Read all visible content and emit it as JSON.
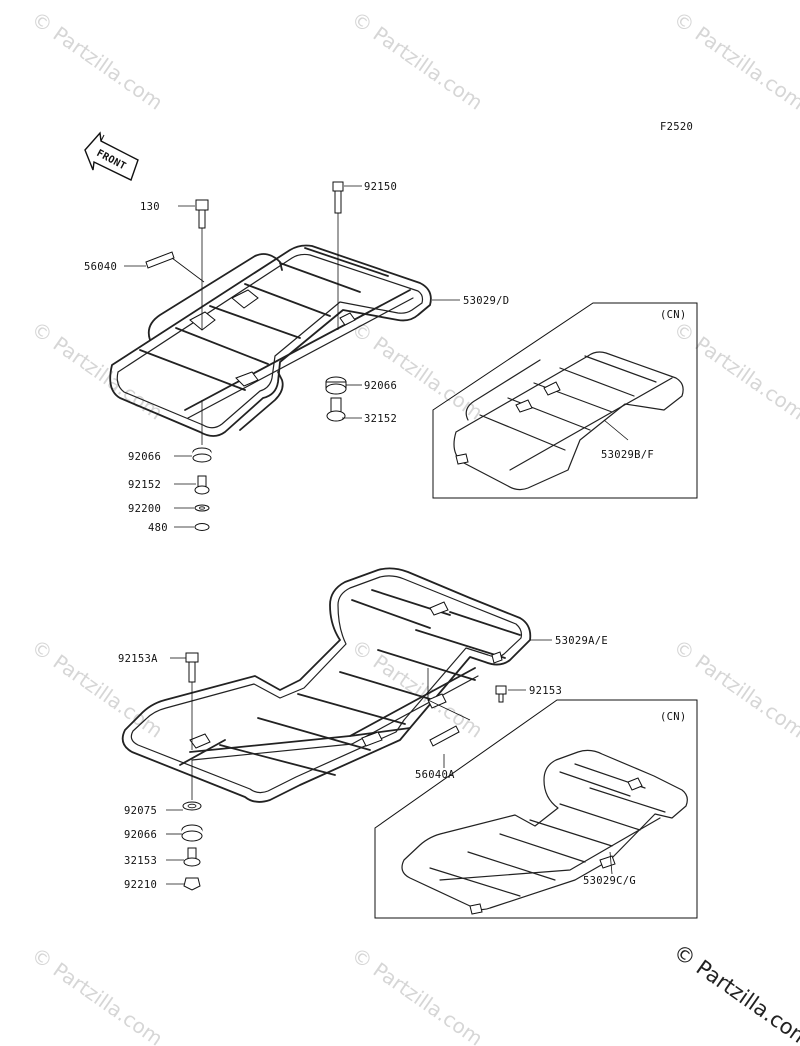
{
  "figure_code": "F2520",
  "front_label": "FRONT",
  "variant_label": "(CN)",
  "watermark": "© Partzilla.com",
  "parts": {
    "p130": "130",
    "p56040": "56040",
    "p92150": "92150",
    "p53029d": "53029/D",
    "p92066_top": "92066",
    "p32152": "32152",
    "p92066_left": "92066",
    "p92152": "92152",
    "p92200": "92200",
    "p480": "480",
    "p53029bf": "53029B/F",
    "p53029ae": "53029A/E",
    "p92153a": "92153A",
    "p92153": "92153",
    "p56040a": "56040A",
    "p92075": "92075",
    "p92066_bottom": "92066",
    "p32153": "32153",
    "p92210": "92210",
    "p53029cg": "53029C/G"
  }
}
